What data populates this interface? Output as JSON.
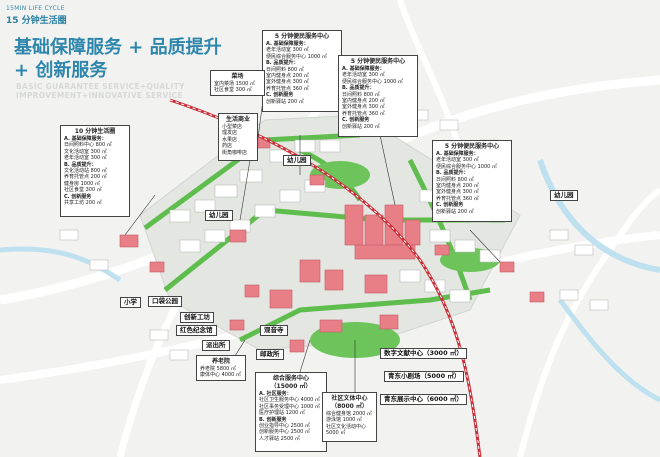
{
  "header": {
    "small": "15MIN LIFE CYCLE",
    "cn": "15 分钟生活圈",
    "title_lines": [
      "基础保障服务 + 品质提升",
      "+ 创新服务"
    ],
    "subtitle_lines": [
      "BASIC GUARANTEE SERVICE+QUALITY",
      "IMPROVEMENT+INNOVATIVE SERVICE"
    ]
  },
  "colors": {
    "accent": "#2f86ad",
    "building_pink": "#e87f87",
    "green": "#57b84a",
    "rail": "#c9303a"
  },
  "boxes": {
    "ten_min": {
      "title": "10 分钟生活圈",
      "lines": [
        "A. 基础保障服务：",
        "日间照料中心 800 ㎡",
        "文化活动室 300 ㎡",
        "老年活动室 300 ㎡",
        "B. 品质提升：",
        "文化活动站 800 ㎡",
        "养育托管点 200 ㎡",
        "健身房 1000 ㎡",
        "社区食堂 300 ㎡",
        "C. 创新服务",
        "共享工坊 200 ㎡"
      ]
    },
    "five_min_1": {
      "title": "5 分钟便民服务中心",
      "lines": [
        "A. 基础保障服务：",
        "老年活动室 300 ㎡",
        "便民综合服务中心 1000 ㎡",
        "B. 品质提升：",
        "日间照料 800 ㎡",
        "室内健身点 200 ㎡",
        "室外健身点 300 ㎡",
        "养育托管点 360 ㎡",
        "C. 创新服务",
        "创新驿站 200 ㎡"
      ]
    },
    "five_min_2": {
      "title": "5 分钟便民服务中心",
      "lines": [
        "A. 基础保障服务：",
        "老年活动室 300 ㎡",
        "便民综合服务中心 1000 ㎡",
        "B. 品质提升：",
        "日间照料 800 ㎡",
        "室内健身点 200 ㎡",
        "室外健身点 300 ㎡",
        "养育托管点 360 ㎡",
        "C. 创新服务",
        "创新驿站 200 ㎡"
      ]
    },
    "five_min_3": {
      "title": "5 分钟便民服务中心",
      "lines": [
        "A. 基础保障服务：",
        "老年活动室 300 ㎡",
        "便民综合服务中心 1000 ㎡",
        "B. 品质提升：",
        "日间照料 800 ㎡",
        "室内健身点 200 ㎡",
        "室外健身点 300 ㎡",
        "养育托管点 360 ㎡",
        "C. 创新服务",
        "创新驿站 200 ㎡"
      ]
    },
    "market": {
      "title": "菜场",
      "lines": [
        "室内菜场 1500 ㎡",
        "社区食堂 300 ㎡"
      ]
    },
    "commerce": {
      "title": "生活商业",
      "lines": [
        "小型菜店",
        "理发店",
        "水果店",
        "药店",
        "街角咖啡店"
      ]
    },
    "nursing": {
      "title": "养老院",
      "lines": [
        "养老院 5800 ㎡",
        "康体中心 4000 ㎡"
      ]
    },
    "comprehensive": {
      "title_lines": [
        "综合服务中心",
        "（15000 ㎡）"
      ],
      "lines": [
        "A. 社区服务：",
        "社区卫生服务中心 4000 ㎡",
        "社区事务受理中心 1000 ㎡",
        "医疗护理站 1200 ㎡",
        "B. 创新服务",
        "创业指导中心 2500 ㎡",
        "创新服务中心 2500 ㎡",
        "人才驿站 2500 ㎡"
      ]
    },
    "culture_sports": {
      "title_lines": [
        "社区文体中心",
        "（8000 ㎡）"
      ],
      "lines": [
        "综合健身馆 2000 ㎡",
        "游泳馆 1000 ㎡",
        "社区文化活动中心",
        "5000 ㎡"
      ]
    }
  },
  "tags": {
    "kindergarten_1": "幼儿园",
    "kindergarten_2": "幼儿园",
    "kindergarten_3": "幼儿园",
    "primary_school": "小学",
    "kou_park": "口袋公园",
    "innovation_workshop": "创新工坊",
    "red_memorial": "红色纪念馆",
    "police": "派出所",
    "temple": "观音寺",
    "post": "邮政所",
    "digital_library": "数字文献中心（3000 ㎡）",
    "youth_theater": "青东小剧场（5000 ㎡）",
    "youth_arts": "青东展示中心（6000 ㎡）"
  }
}
